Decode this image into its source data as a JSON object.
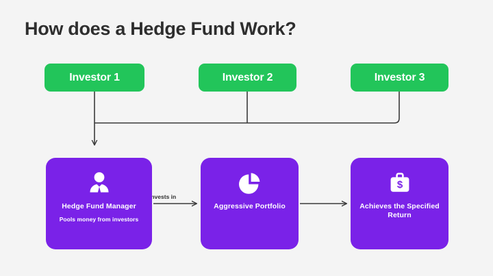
{
  "page": {
    "title": "How does a Hedge Fund Work?",
    "background_color": "#f4f4f4",
    "title_color": "#2e2e2e"
  },
  "colors": {
    "investor_green": "#22c55a",
    "stage_purple": "#7a22e8",
    "line_color": "#3a3a3a",
    "text_light": "#ffffff"
  },
  "investors": [
    {
      "label": "Investor 1",
      "icon": "none"
    },
    {
      "label": "Investor 2",
      "icon": "none"
    },
    {
      "label": "Investor 3",
      "icon": "none"
    }
  ],
  "stages": [
    {
      "icon": "businessman-icon",
      "label": "Hedge Fund Manager",
      "sublabel": "Pools money from investors"
    },
    {
      "icon": "pie-chart-icon",
      "label": "Aggressive Portfolio",
      "sublabel": ""
    },
    {
      "icon": "briefcase-dollar-icon",
      "label": "Achieves the Specified Return",
      "sublabel": ""
    }
  ],
  "connectors": {
    "investors_to_manager_label": "",
    "manager_to_portfolio_label": "Invests in",
    "portfolio_to_return_label": ""
  }
}
